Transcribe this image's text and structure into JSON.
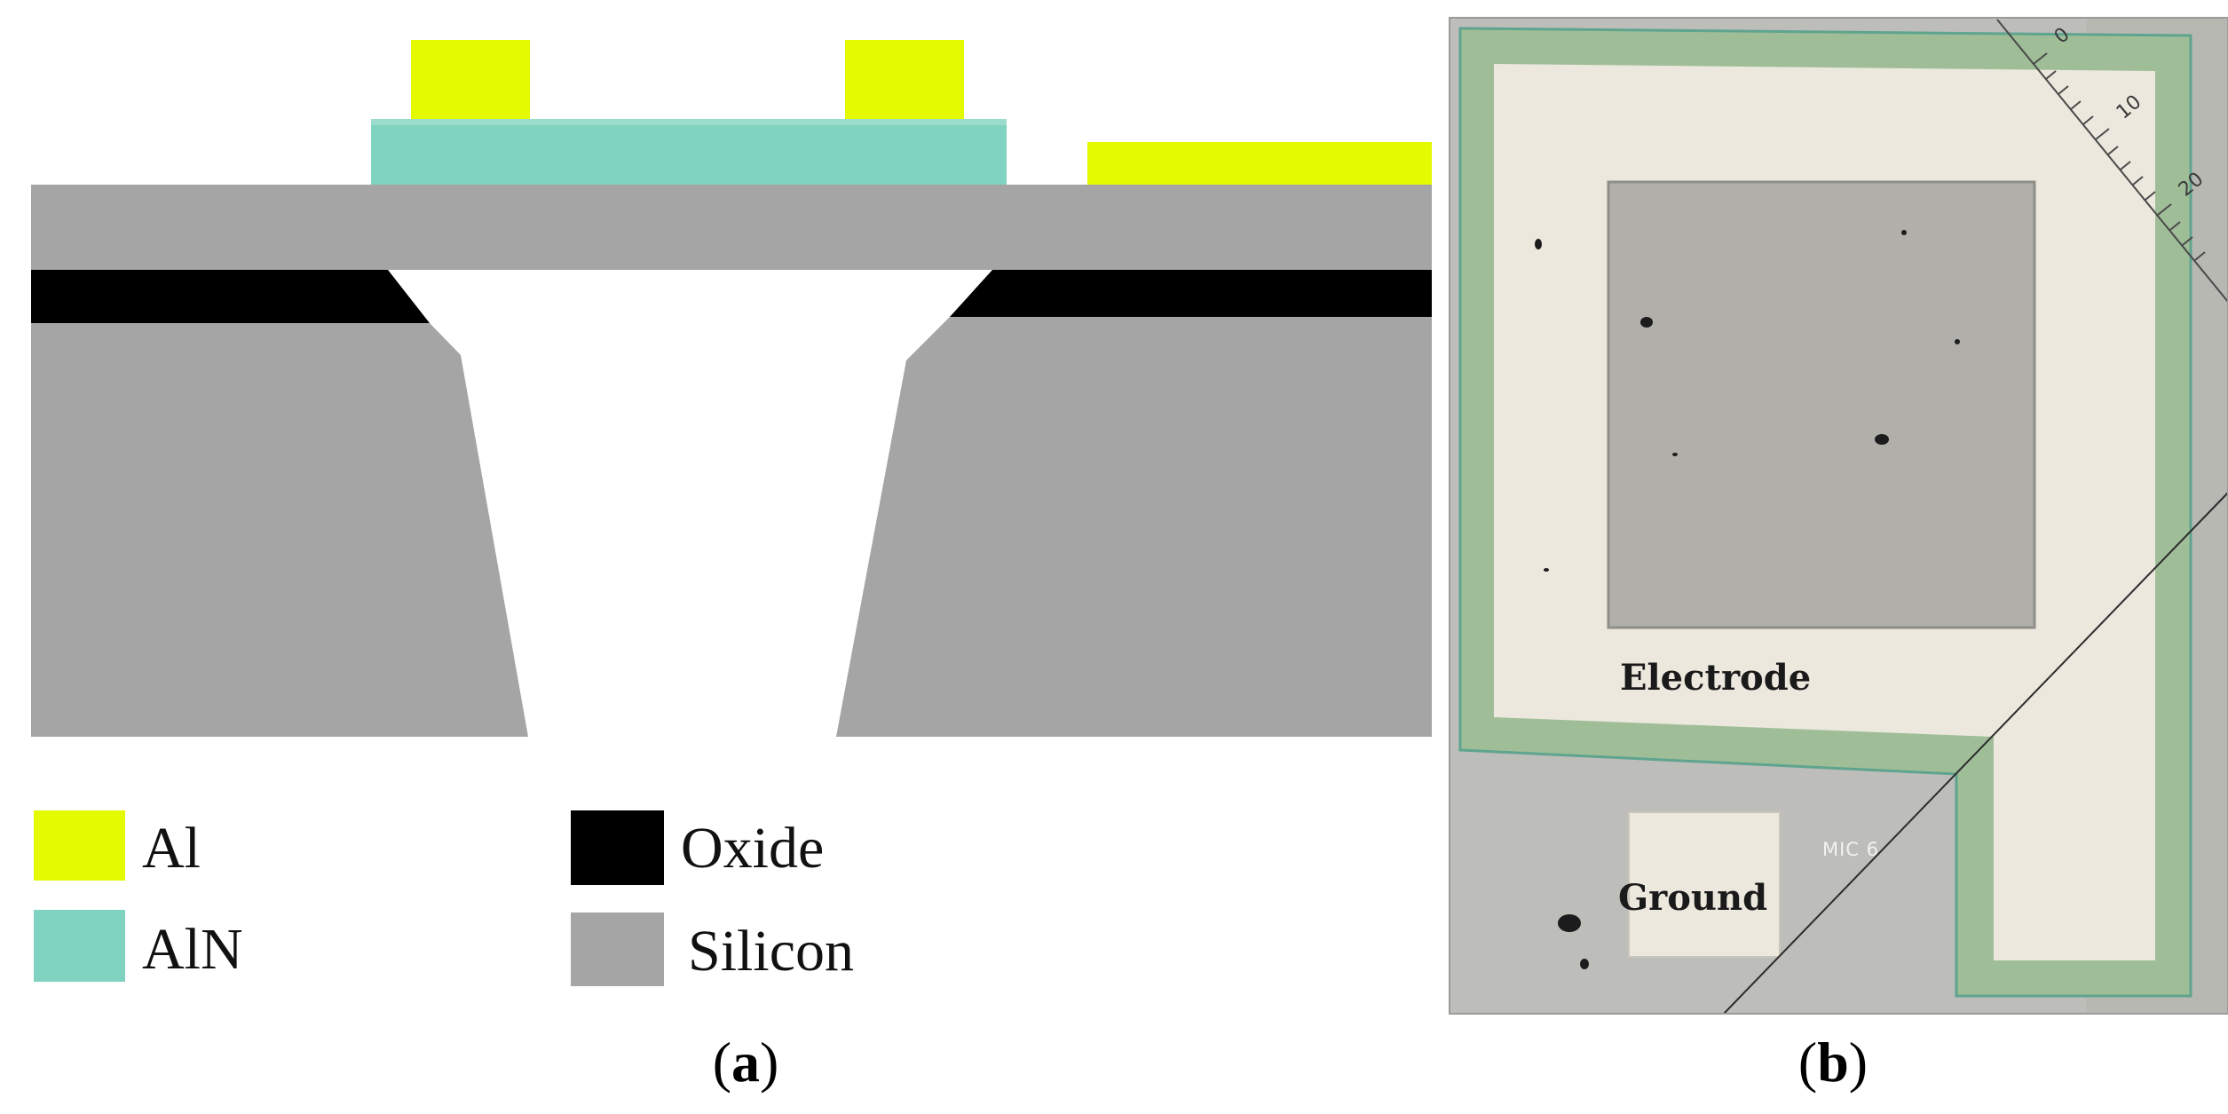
{
  "colors": {
    "al": "#E3FA00",
    "aln": "#7FD3C0",
    "oxide": "#000000",
    "silicon": "#A5A5A5",
    "photo_background": "#BDBDB9",
    "photo_electrode": "#ECE8DE",
    "photo_trace_green": "#9FBE98",
    "photo_trace_edge": "#5FA48E",
    "photo_pad_square": "#B1AFAA"
  },
  "panel_a": {
    "caption": "a",
    "legend": [
      {
        "label": "Al",
        "color_key": "al"
      },
      {
        "label": "AlN",
        "color_key": "aln"
      },
      {
        "label": "Oxide",
        "color_key": "oxide"
      },
      {
        "label": "Silicon",
        "color_key": "silicon"
      }
    ]
  },
  "panel_b": {
    "caption": "b",
    "labels": {
      "electrode": "Electrode",
      "ground": "Ground",
      "chip_id": "MIC 6"
    },
    "scale_ticks": [
      "0",
      "10",
      "20"
    ]
  }
}
